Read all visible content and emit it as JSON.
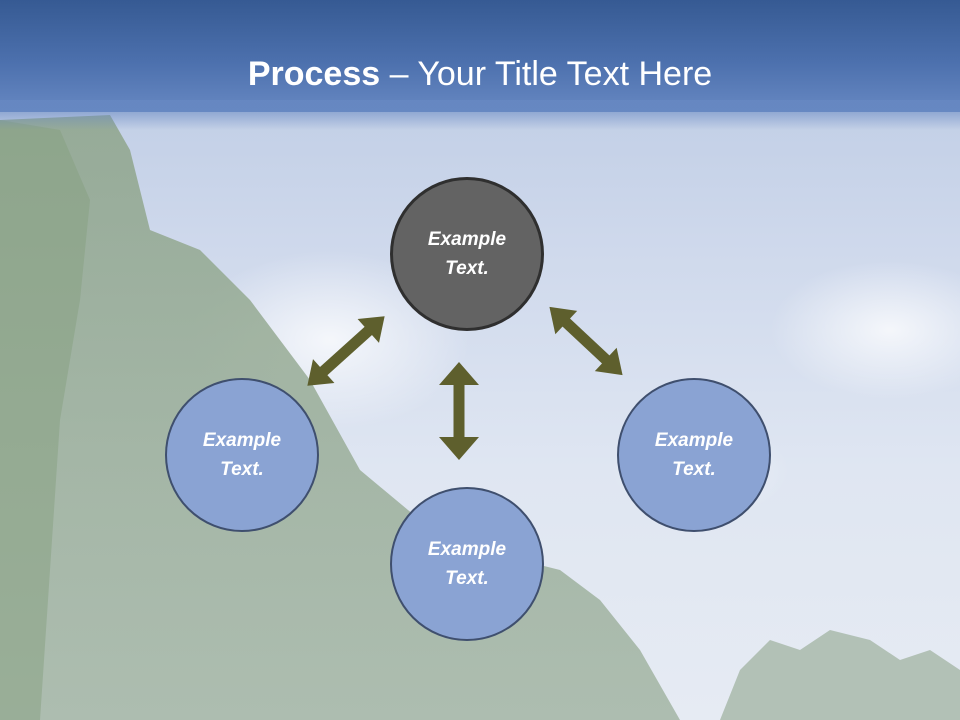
{
  "slide": {
    "title_bold": "Process",
    "title_dash": " – ",
    "title_rest": "Your Title Text Here"
  },
  "nodes": {
    "top": "Example Text.",
    "left": "Example Text.",
    "bottom": "Example Text.",
    "right": "Example Text."
  },
  "colors": {
    "header": "#4c70ad",
    "node_top": "#636363",
    "node_blue": "#8aa3d3",
    "arrow": "#5e5f2d"
  }
}
